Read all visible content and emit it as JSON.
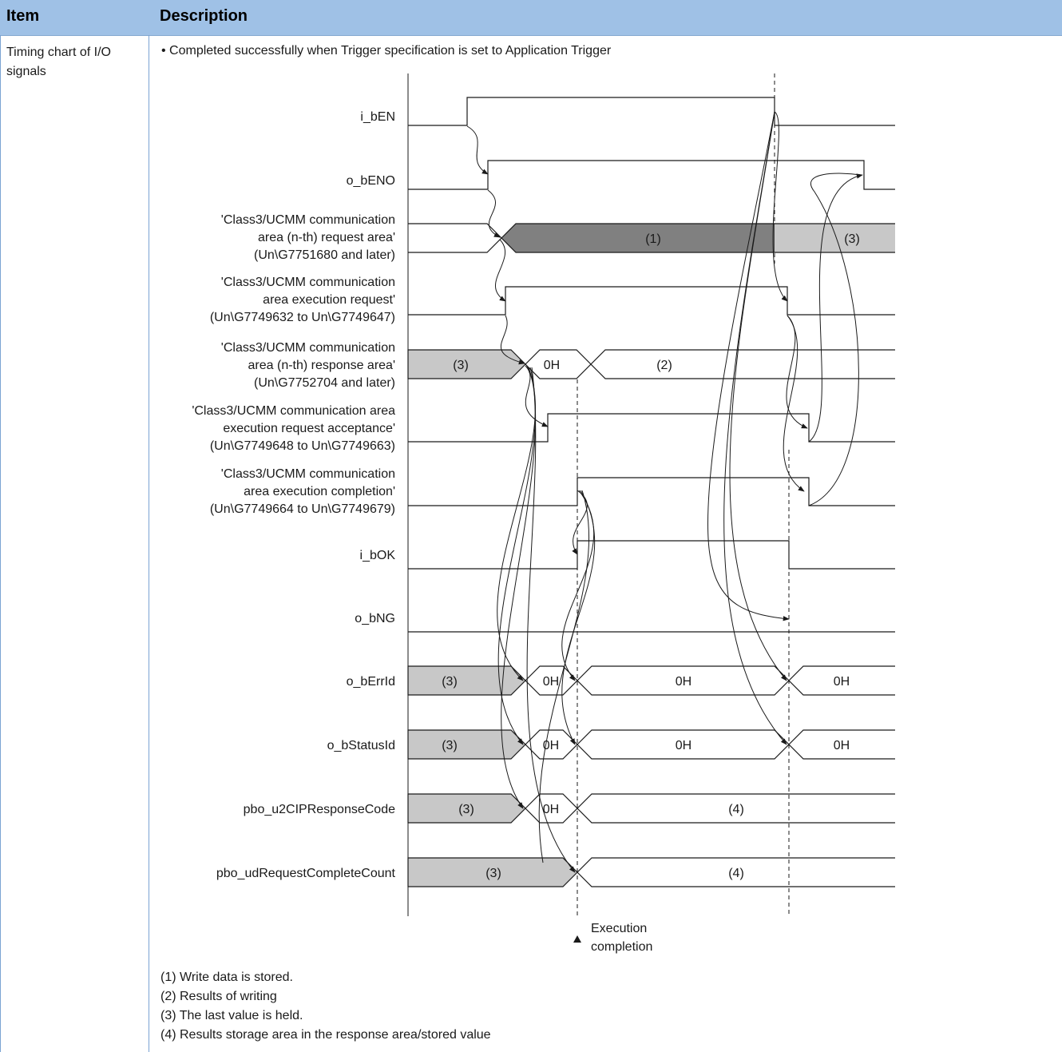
{
  "header": {
    "item": "Item",
    "description": "Description"
  },
  "item": "Timing chart of I/O signals",
  "bullet": "• Completed successfully when Trigger specification is set to Application Trigger",
  "signals": [
    {
      "id": "ben",
      "lines": [
        "i_bEN"
      ]
    },
    {
      "id": "beno",
      "lines": [
        "o_bENO"
      ]
    },
    {
      "id": "req",
      "lines": [
        "'Class3/UCMM communication",
        "area (n-th) request area'",
        "(Un\\G7751680 and later)"
      ]
    },
    {
      "id": "exreq",
      "lines": [
        "'Class3/UCMM communication",
        "area execution request'",
        "(Un\\G7749632 to Un\\G7749647)"
      ]
    },
    {
      "id": "resp",
      "lines": [
        "'Class3/UCMM communication",
        "area (n-th) response area'",
        "(Un\\G7752704 and later)"
      ]
    },
    {
      "id": "acc",
      "lines": [
        "'Class3/UCMM communication area",
        "execution request acceptance'",
        "(Un\\G7749648 to Un\\G7749663)"
      ]
    },
    {
      "id": "comp",
      "lines": [
        "'Class3/UCMM communication",
        "area execution completion'",
        "(Un\\G7749664 to Un\\G7749679)"
      ]
    },
    {
      "id": "bok",
      "lines": [
        "i_bOK"
      ]
    },
    {
      "id": "bng",
      "lines": [
        "o_bNG"
      ]
    },
    {
      "id": "err",
      "lines": [
        "o_bErrId"
      ]
    },
    {
      "id": "stat",
      "lines": [
        "o_bStatusId"
      ]
    },
    {
      "id": "cip",
      "lines": [
        "pbo_u2CIPResponseCode"
      ]
    },
    {
      "id": "cnt",
      "lines": [
        "pbo_udRequestCompleteCount"
      ]
    }
  ],
  "data_labels": {
    "req_a": "(1)",
    "req_b": "(3)",
    "resp_a": "(3)",
    "resp_b": "0H",
    "resp_c": "(2)",
    "err_a": "(3)",
    "err_b": "0H",
    "err_c": "0H",
    "err_d": "0H",
    "stat_a": "(3)",
    "stat_b": "0H",
    "stat_c": "0H",
    "stat_d": "0H",
    "cip_a": "(3)",
    "cip_b": "0H",
    "cip_c": "(4)",
    "cnt_a": "(3)",
    "cnt_b": "(4)"
  },
  "execution_label": [
    "Execution",
    "completion"
  ],
  "notes": [
    "(1) Write data is stored.",
    "(2) Results of writing",
    "(3) The last value is held.",
    "(4) Results storage area in the response area/stored value"
  ],
  "colors": {
    "header": "#9fc1e6",
    "dark_fill": "#808080",
    "light_fill": "#c8c8c8",
    "line": "#1a1a1a"
  }
}
